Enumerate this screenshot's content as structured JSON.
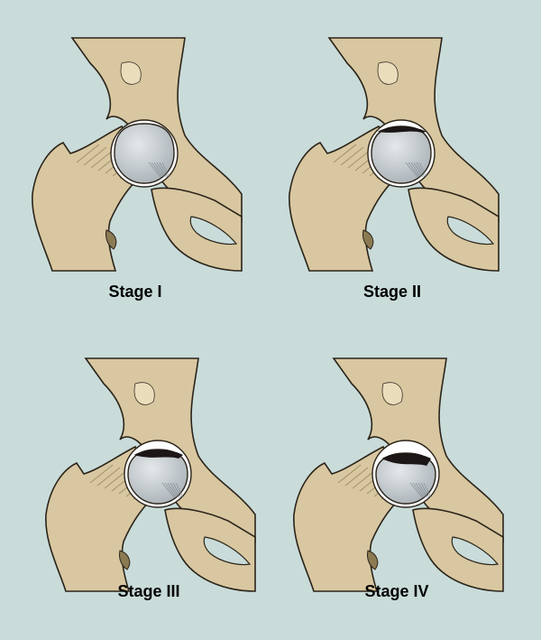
{
  "background_color": "#c9dcda",
  "bone_color": "#d8c7a0",
  "bone_shadow_color": "#8c7a52",
  "femoral_head_color": "#aeb6bb",
  "necrosis_color": "#1c1616",
  "outline_color": "#2b241a",
  "panels": [
    {
      "caption": "Stage I",
      "collapse": 0.0
    },
    {
      "caption": "Stage II",
      "collapse": 0.3
    },
    {
      "caption": "Stage III",
      "collapse": 0.6
    },
    {
      "caption": "Stage IV",
      "collapse": 1.0
    }
  ]
}
